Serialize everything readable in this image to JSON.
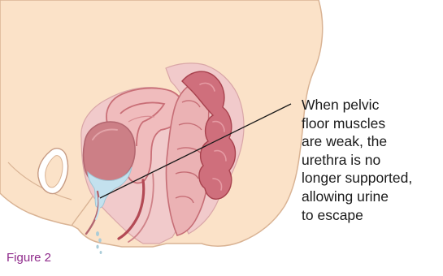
{
  "annotation": {
    "lines": [
      "When pelvic",
      "floor muscles",
      "are weak, the",
      "urethra is no",
      "longer supported,",
      "allowing urine",
      "to escape"
    ]
  },
  "caption": "Figure 2",
  "colors": {
    "skin": "#fbe2c8",
    "outline": "#d9b394",
    "tissue_pink": "#f1cacb",
    "organ_rose": "#d98d93",
    "organ_dark": "#b34a55",
    "bladder": "#cc7f86",
    "urine": "#c3e1ee",
    "urine_drops": "#aaccd8",
    "caption": "#8f2a8b",
    "text": "#1a1a1a"
  }
}
